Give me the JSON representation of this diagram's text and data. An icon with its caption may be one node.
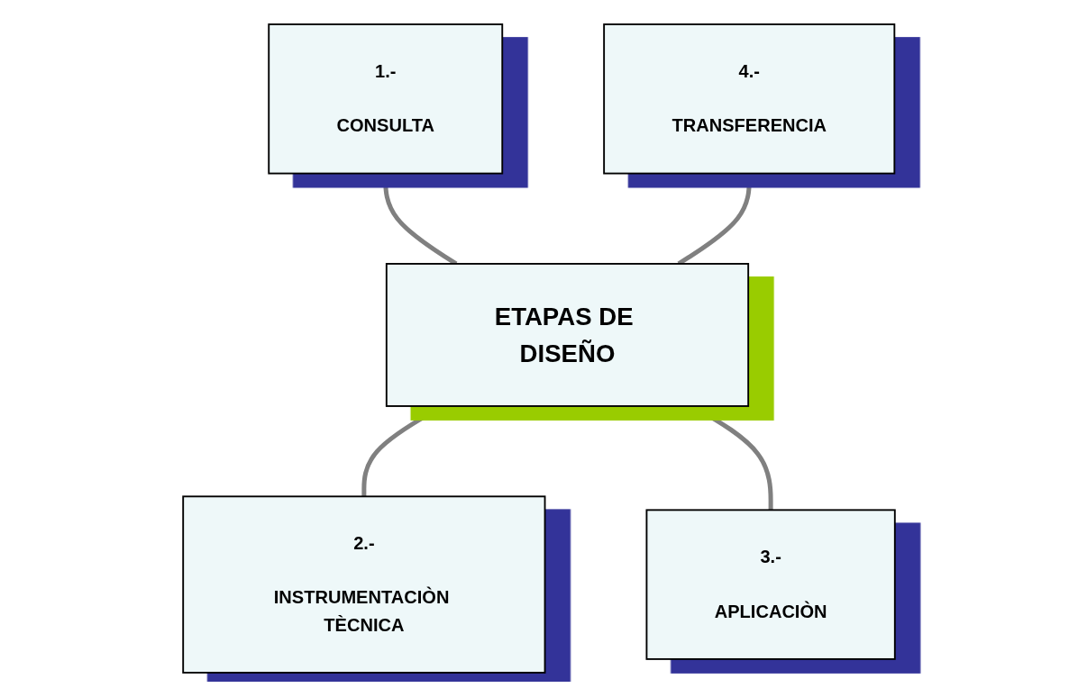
{
  "diagram": {
    "nodes": [
      {
        "text": [
          "1.-",
          "CONSULTA"
        ]
      },
      {
        "text": [
          "4.-",
          "TRANSFERENCIA"
        ]
      },
      {
        "text": [
          "ETAPAS DE DISEÑO"
        ]
      },
      {
        "text": [
          "2.-",
          "INSTRUMENTACIÒN TÈCNICA"
        ]
      },
      {
        "text": [
          "3.-",
          "APLICACIÒN"
        ]
      }
    ],
    "edges": [
      {
        "from": 0,
        "to": 2,
        "arrow": "none"
      },
      {
        "from": 1,
        "to": 2,
        "arrow": "none"
      },
      {
        "from": 2,
        "to": 3,
        "arrow": "none"
      },
      {
        "from": 2,
        "to": 4,
        "arrow": "none"
      }
    ]
  }
}
